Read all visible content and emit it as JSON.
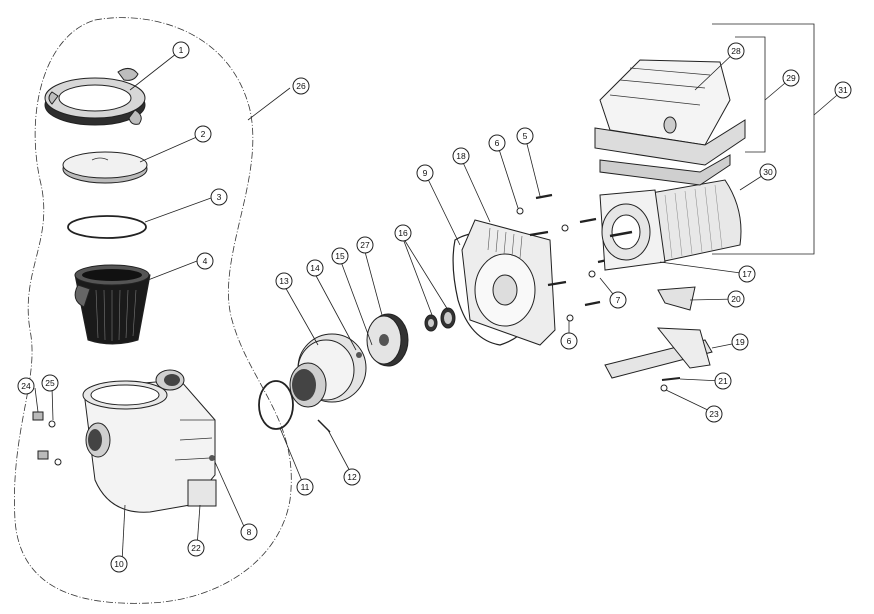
{
  "callouts": {
    "c1": "1",
    "c2": "2",
    "c3": "3",
    "c4": "4",
    "c5": "5",
    "c6a": "6",
    "c6b": "6",
    "c7": "7",
    "c8": "8",
    "c9": "9",
    "c10": "10",
    "c11": "11",
    "c12": "12",
    "c13": "13",
    "c14": "14",
    "c15": "15",
    "c16": "16",
    "c17": "17",
    "c18": "18",
    "c19": "19",
    "c20": "20",
    "c21": "21",
    "c22": "22",
    "c23": "23",
    "c24": "24",
    "c25": "25",
    "c26": "26",
    "c27": "27",
    "c28": "28",
    "c29": "29",
    "c30": "30",
    "c31": "31"
  },
  "colors": {
    "line": "#222222",
    "fill_light": "#f4f4f4",
    "fill_mid": "#d9d9d9",
    "fill_dark": "#3a3a3a"
  }
}
